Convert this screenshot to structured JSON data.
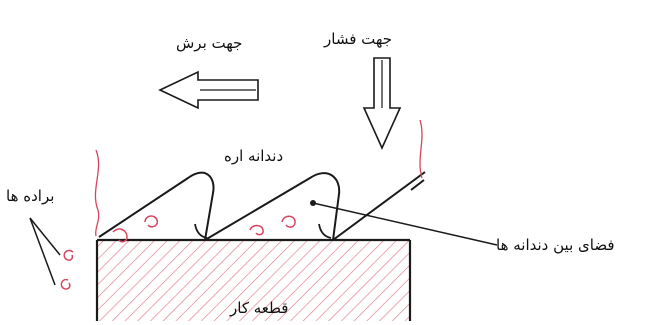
{
  "labels": {
    "cut_direction": "جهت برش",
    "pressure_direction": "جهت فشار",
    "saw_tooth": "دندانه اره",
    "chips": "براده ها",
    "gullet": "فضای بین دندانه ها",
    "workpiece": "قطعه کار"
  },
  "colors": {
    "line": "#1a1a1a",
    "chip": "#d6455d",
    "hatch": "#e07a8a"
  }
}
